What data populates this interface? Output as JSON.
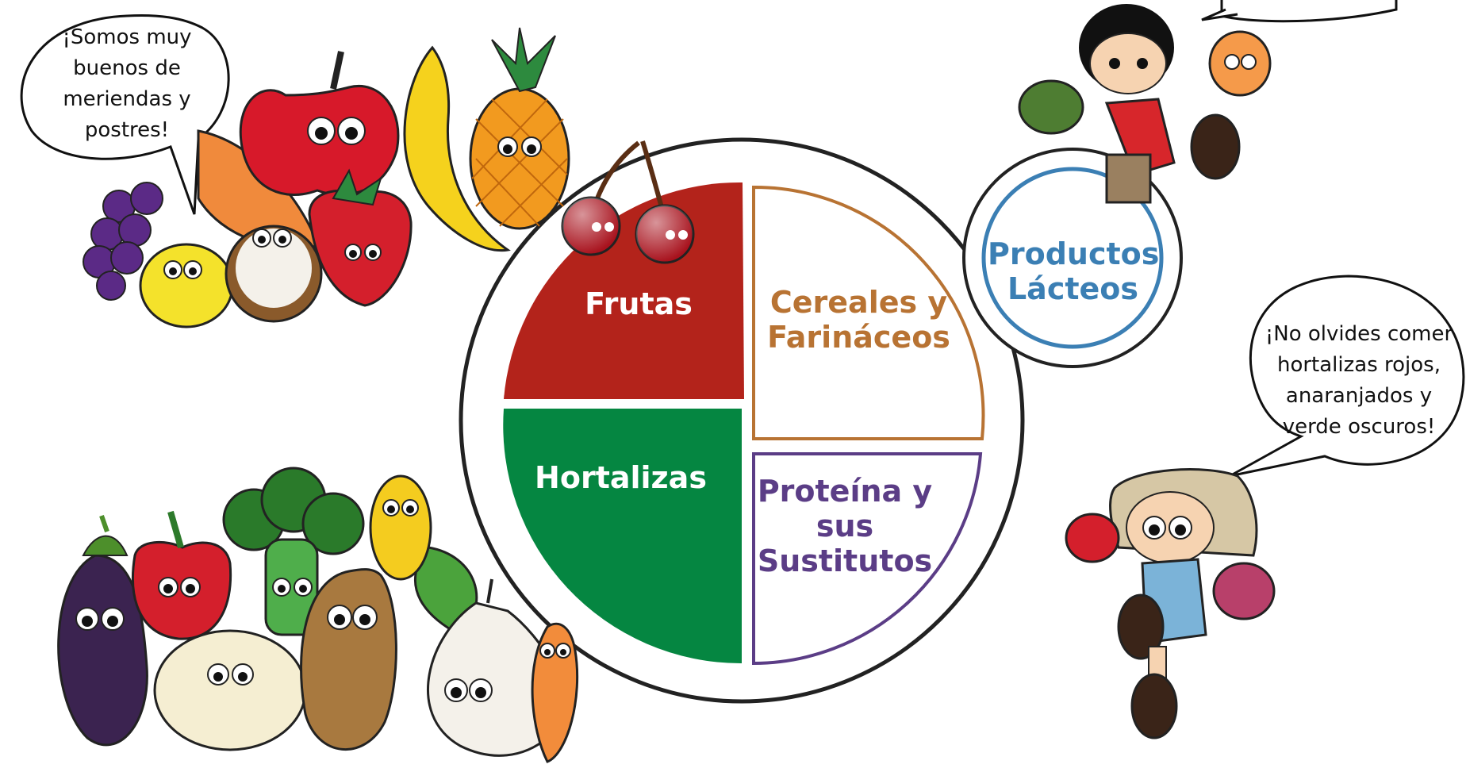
{
  "plate": {
    "sections": [
      {
        "id": "frutas",
        "label": "Frutas",
        "color": "#b3231b"
      },
      {
        "id": "cereales",
        "label": "Cereales y\nFarináceos",
        "color": "#b87333"
      },
      {
        "id": "hortalizas",
        "label": "Hortalizas",
        "color": "#058641"
      },
      {
        "id": "proteina",
        "label": "Proteína y\nsus\nSustitutos",
        "color": "#5b3d86"
      }
    ],
    "rim_color": "#222222"
  },
  "dairy": {
    "label": "Productos\nLácteos",
    "color": "#3b7fb4"
  },
  "bubbles": {
    "fruits": "¡Somos muy\nbuenos de\nmeriendas y\npostres!",
    "vegetables": "¡No olvides comer\nhortalizas rojos,\nanaranjados y\nverde oscuros!"
  }
}
